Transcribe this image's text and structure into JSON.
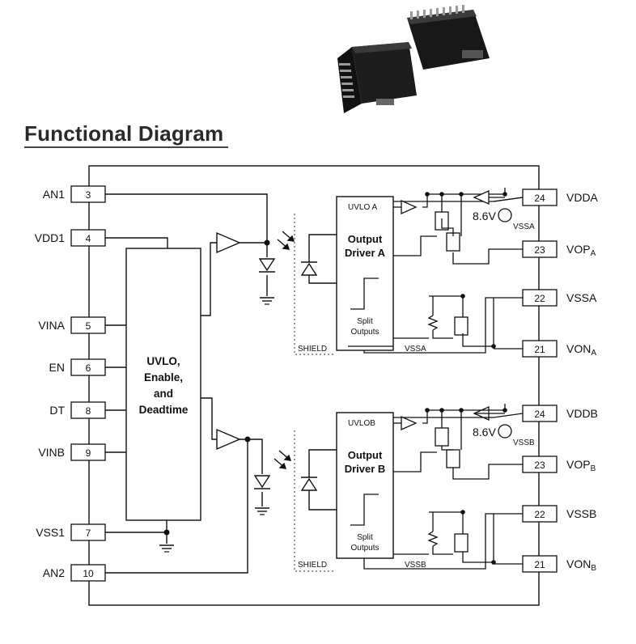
{
  "title": "Functional Diagram",
  "left_pins": [
    {
      "num": "3",
      "label": "AN1"
    },
    {
      "num": "4",
      "label": "VDD1"
    },
    {
      "num": "5",
      "label": "VINA"
    },
    {
      "num": "6",
      "label": "EN"
    },
    {
      "num": "8",
      "label": "DT"
    },
    {
      "num": "9",
      "label": "VINB"
    },
    {
      "num": "7",
      "label": "VSS1"
    },
    {
      "num": "10",
      "label": "AN2"
    }
  ],
  "right_pins": [
    {
      "num": "24",
      "label": "VDDA",
      "sub": ""
    },
    {
      "num": "23",
      "label": "VOP",
      "sub": "A"
    },
    {
      "num": "22",
      "label": "VSSA",
      "sub": ""
    },
    {
      "num": "21",
      "label": "VON",
      "sub": "A"
    },
    {
      "num": "24",
      "label": "VDDB",
      "sub": ""
    },
    {
      "num": "23",
      "label": "VOP",
      "sub": "B"
    },
    {
      "num": "22",
      "label": "VSSB",
      "sub": ""
    },
    {
      "num": "21",
      "label": "VON",
      "sub": "B"
    }
  ],
  "control_block": [
    "UVLO,",
    "Enable,",
    "and",
    "Deadtime"
  ],
  "driver_a": {
    "uvlo": "UVLO A",
    "title_1": "Output",
    "title_2": "Driver A",
    "split_1": "Split",
    "split_2": "Outputs",
    "shield": "SHIELD",
    "vss": "VSSA",
    "vsrc": "8.6V",
    "vsrc_ref": "VSSA"
  },
  "driver_b": {
    "uvlo": "UVLOB",
    "title_1": "Output",
    "title_2": "Driver B",
    "split_1": "Split",
    "split_2": "Outputs",
    "shield": "SHIELD",
    "vss": "VSSB",
    "vsrc": "8.6V",
    "vsrc_ref": "VSSB"
  },
  "icons": [
    "chip-package-photo",
    "buffer-triangle",
    "led-diode",
    "photodiode",
    "ground-symbol",
    "mosfet",
    "resistor",
    "voltage-source"
  ]
}
